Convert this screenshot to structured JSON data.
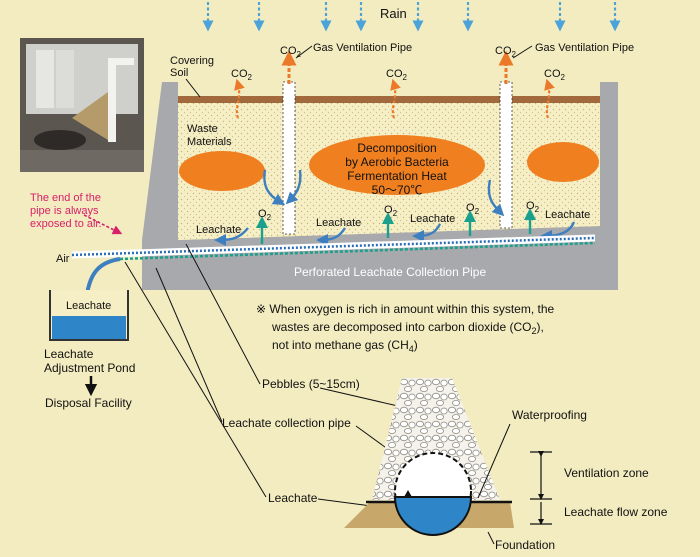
{
  "labels": {
    "rain": "Rain",
    "gas_ventilation_pipe_left": "Gas Ventilation Pipe",
    "gas_ventilation_pipe_right": "Gas Ventilation Pipe",
    "co2": "CO",
    "co2_sub": "2",
    "o2": "O",
    "o2_sub": "2",
    "covering_soil_1": "Covering",
    "covering_soil_2": "Soil",
    "waste_materials_1": "Waste",
    "waste_materials_2": "Materials",
    "decomposition_1": "Decomposition",
    "decomposition_2": "by Aerobic Bacteria",
    "decomposition_3": "Fermentation Heat",
    "decomposition_4": "50～70℃",
    "leachate": "Leachate",
    "air": "Air",
    "perforated_pipe": "Perforated Leachate Collection Pipe",
    "pipe_end_1": "The end of the",
    "pipe_end_2": "pipe is always",
    "pipe_end_3": "exposed to air.",
    "note_1": "※ When oxygen is rich in amount within this system, the",
    "note_2": "wastes are decomposed into carbon dioxide (CO",
    "note_2_sub": "2",
    "note_2_end": "),",
    "note_3": "not into methane gas (CH",
    "note_3_sub": "4",
    "note_3_end": ")",
    "pond_leachate": "Leachate",
    "pond_1": "Leachate",
    "pond_2": "Adjustment Pond",
    "disposal": "Disposal Facility",
    "pebbles": "Pebbles (5~15cm)",
    "collection_pipe": "Leachate collection pipe",
    "leachate_detail": "Leachate",
    "waterproofing": "Waterproofing",
    "ventilation_zone": "Ventilation zone",
    "flow_zone": "Leachate flow zone",
    "foundation": "Foundation"
  },
  "colors": {
    "background": "#f3ecc0",
    "waste_fill": "#f6efc6",
    "concrete": "#a7a9ac",
    "heat_zone": "#f07f1f",
    "water": "#2e86c8",
    "rain_arrow": "#4ba3d9",
    "co2_arrow": "#ea7a2a",
    "o2_arrow": "#1aa08d",
    "pink": "#d8206a",
    "pipe_white": "#ffffff"
  }
}
